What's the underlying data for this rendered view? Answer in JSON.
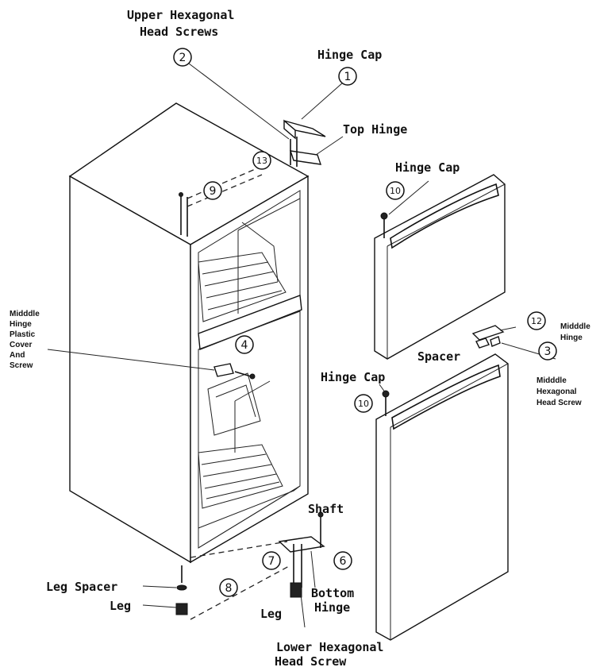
{
  "labels": {
    "upper_screws_1": "Upper Hexagonal",
    "upper_screws_2": "Head Screws",
    "hinge_cap_top": "Hinge Cap",
    "top_hinge": "Top Hinge",
    "hinge_cap_freezer": "Hinge Cap",
    "hinge_cap_fridge": "Hinge Cap",
    "middle_hinge_1": "Midddle",
    "middle_hinge_2": "Hinge",
    "spacer": "Spacer",
    "middle_screw_1": "Midddle",
    "middle_screw_2": "Hexagonal",
    "middle_screw_3": "Head Screw",
    "plastic_cover_1": "Midddle",
    "plastic_cover_2": "Hinge",
    "plastic_cover_3": "Plastic",
    "plastic_cover_4": "Cover",
    "plastic_cover_5": "And",
    "plastic_cover_6": "Screw",
    "shaft": "Shaft",
    "bottom_hinge_1": "Bottom",
    "bottom_hinge_2": "Hinge",
    "leg_spacer": "Leg Spacer",
    "leg_left": "Leg",
    "leg_right": "Leg",
    "lower_screw_1": "Lower Hexagonal",
    "lower_screw_2": "Head Screw"
  },
  "callouts": {
    "n1": "1",
    "n2": "2",
    "n3": "3",
    "n4": "4",
    "n6": "6",
    "n7": "7",
    "n8": "8",
    "n9": "9",
    "n10a": "10",
    "n10b": "10",
    "n12": "12",
    "n13": "13"
  }
}
